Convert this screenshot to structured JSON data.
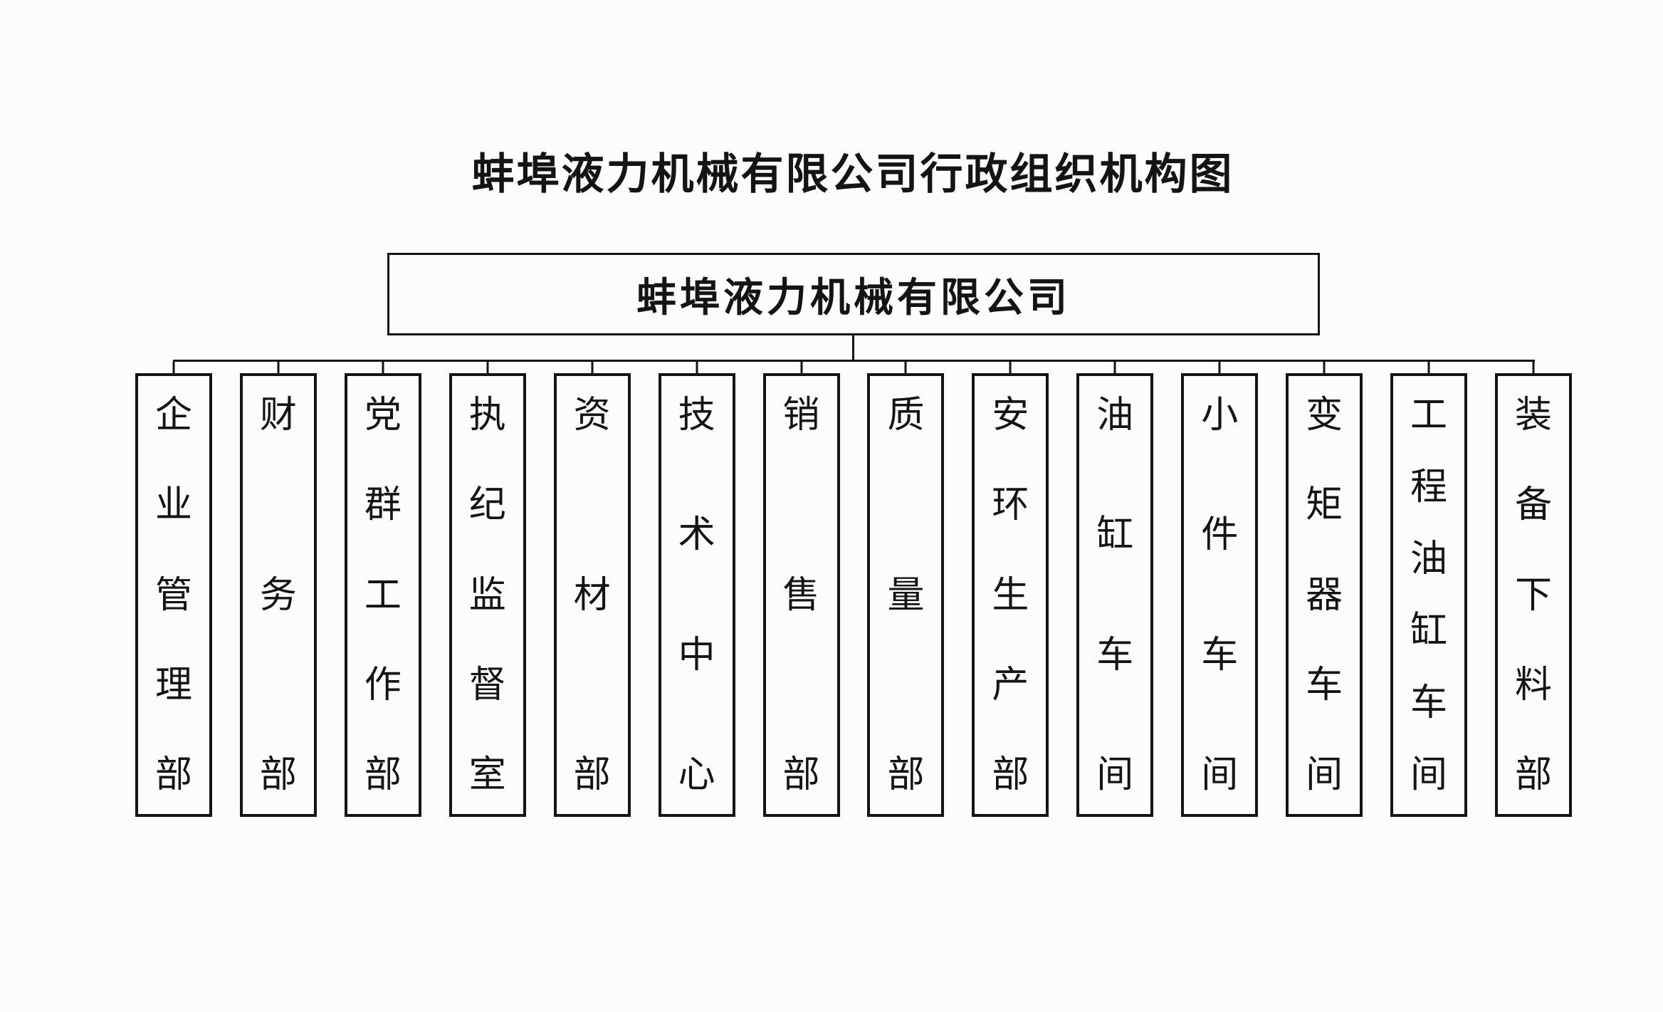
{
  "page": {
    "title": "蚌埠液力机械有限公司行政组织机构图"
  },
  "org_chart": {
    "root": "蚌埠液力机械有限公司",
    "departments": [
      "企业管理部",
      "财务部",
      "党群工作部",
      "执纪监督室",
      "资材部",
      "技术中心",
      "销售部",
      "质量部",
      "安环生产部",
      "油缸车间",
      "小件车间",
      "变矩器车间",
      "工程油缸车间",
      "装备下料部"
    ],
    "colors": {
      "line": "#141414",
      "background": "#fcfcfc",
      "text": "#141414"
    }
  }
}
